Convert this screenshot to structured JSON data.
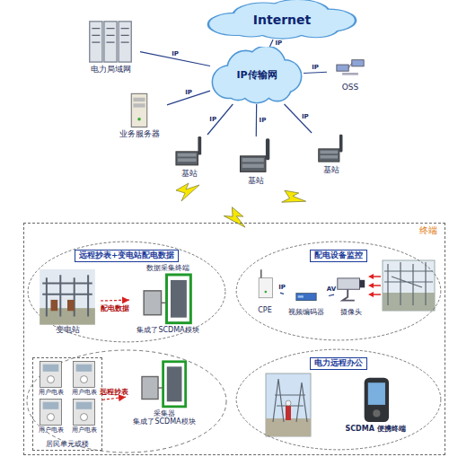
{
  "diagram": {
    "nodes": [
      {
        "text": [
          "Internet"
        ]
      },
      {
        "text": [
          "电力局域网"
        ]
      },
      {
        "text": [
          "IP传输网"
        ]
      },
      {
        "text": [
          "OSS"
        ]
      },
      {
        "text": [
          "业务服务器"
        ]
      },
      {
        "text": [
          "基站"
        ]
      },
      {
        "text": [
          "基站"
        ]
      },
      {
        "text": [
          "基站"
        ]
      },
      {
        "text": [
          "终端"
        ]
      },
      {
        "text": [
          "远程抄表+变电站配电数据"
        ],
        "in": 8
      },
      {
        "text": [
          "变电站"
        ],
        "in": 9
      },
      {
        "text": [
          "数据采集终端",
          "集成了SCDMA模块"
        ],
        "in": 9
      },
      {
        "text": [
          "配电设备监控"
        ],
        "in": 8
      },
      {
        "text": [
          "CPE"
        ],
        "in": 12
      },
      {
        "text": [
          "视频编码器"
        ],
        "in": 12
      },
      {
        "text": [
          "摄像头"
        ],
        "in": 12
      },
      {
        "text": [
          "居民单元或楼"
        ],
        "in": 8
      },
      {
        "text": [
          "用户电表"
        ],
        "in": 16
      },
      {
        "text": [
          "用户电表"
        ],
        "in": 16
      },
      {
        "text": [
          "用户电表"
        ],
        "in": 16
      },
      {
        "text": [
          "用户电表"
        ],
        "in": 16
      },
      {
        "text": [
          "采集器",
          "集成了SCDMA模块"
        ],
        "in": 8
      },
      {
        "text": [
          "电力远程办公"
        ],
        "in": 8
      },
      {
        "text": [
          "SCDMA 便携终端"
        ],
        "in": 22
      }
    ],
    "edges": [
      {
        "from": 0,
        "to": 2,
        "label": "IP",
        "arrow": "none"
      },
      {
        "from": 1,
        "to": 2,
        "label": "IP",
        "arrow": "none"
      },
      {
        "from": 3,
        "to": 2,
        "label": "IP",
        "arrow": "none"
      },
      {
        "from": 4,
        "to": 2,
        "label": "IP",
        "arrow": "none"
      },
      {
        "from": 2,
        "to": 5,
        "label": "IP",
        "arrow": "none"
      },
      {
        "from": 2,
        "to": 6,
        "label": "IP",
        "arrow": "none"
      },
      {
        "from": 2,
        "to": 7,
        "label": "IP",
        "arrow": "none"
      },
      {
        "from": 10,
        "to": 11,
        "label": "配电数据",
        "arrow": "to"
      },
      {
        "from": 14,
        "to": 13,
        "label": "IP",
        "arrow": "none"
      },
      {
        "from": 15,
        "to": 14,
        "label": "AV",
        "arrow": "none"
      },
      {
        "from": 16,
        "to": 21,
        "label": "远程抄表",
        "arrow": "to"
      }
    ]
  }
}
